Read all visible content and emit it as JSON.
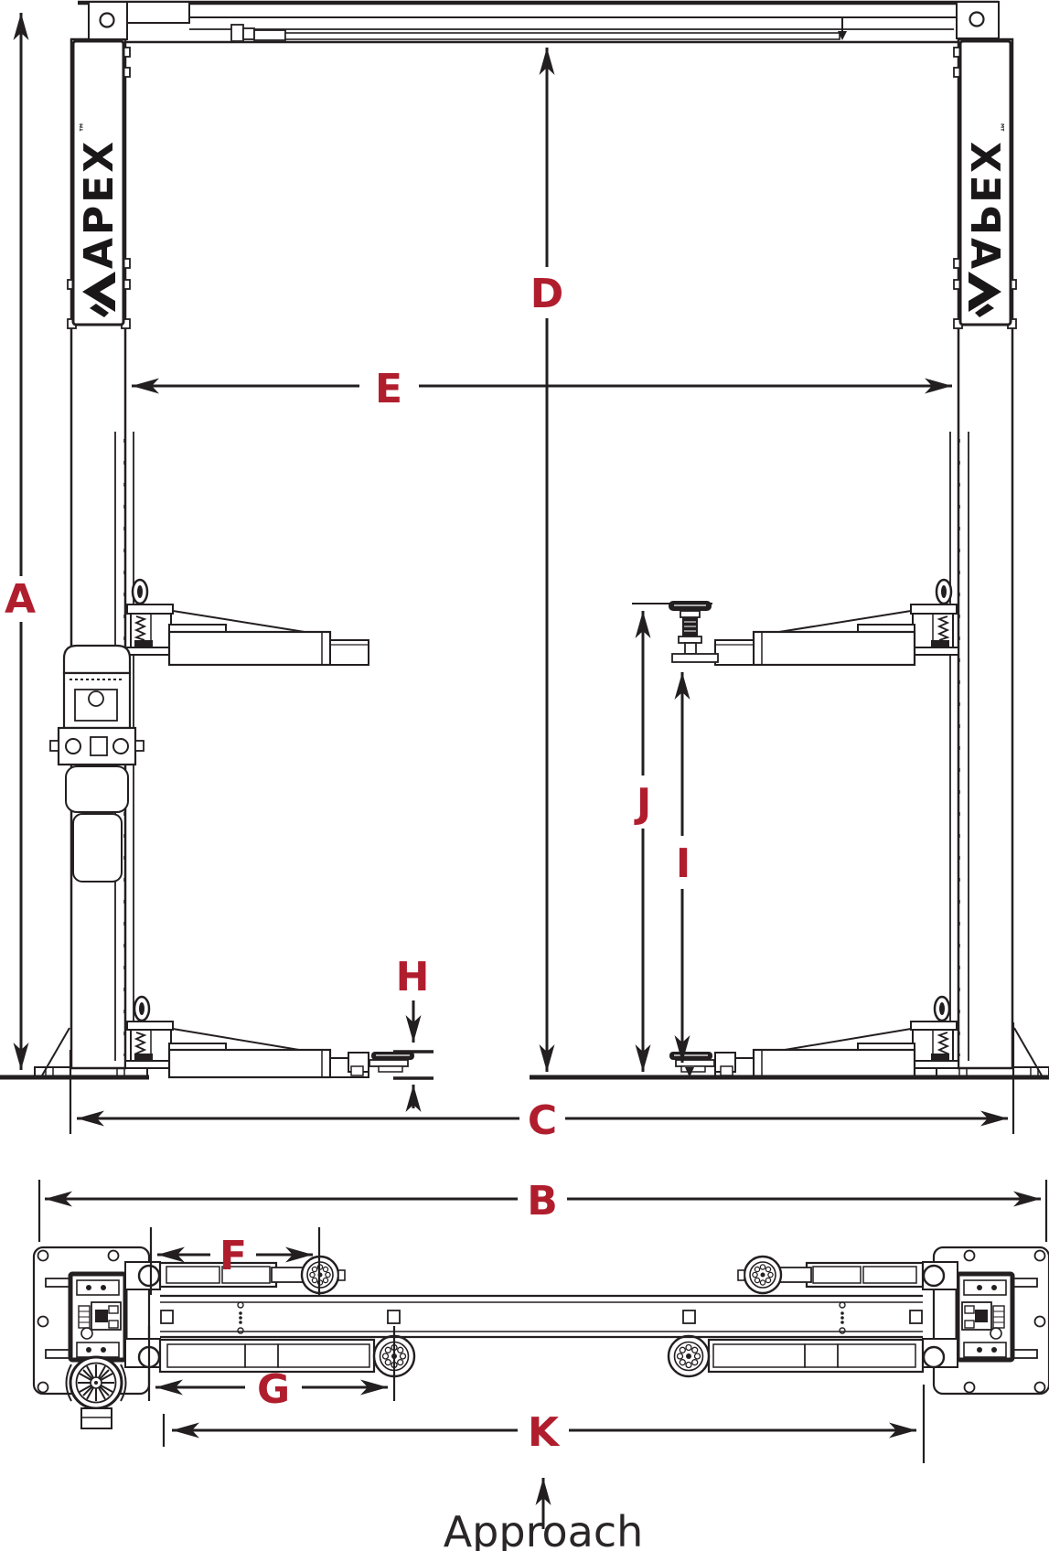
{
  "brand": {
    "name": "APEX",
    "trademark": "™"
  },
  "dimension_labels": {
    "A": "A",
    "B": "B",
    "C": "C",
    "D": "D",
    "E": "E",
    "F": "F",
    "G": "G",
    "H": "H",
    "I": "I",
    "J": "J",
    "K": "K"
  },
  "approach": {
    "label": "Approach"
  },
  "colors": {
    "label_red": "#B01E2E",
    "line_dark": "#231F20",
    "background": "#FFFFFF"
  }
}
